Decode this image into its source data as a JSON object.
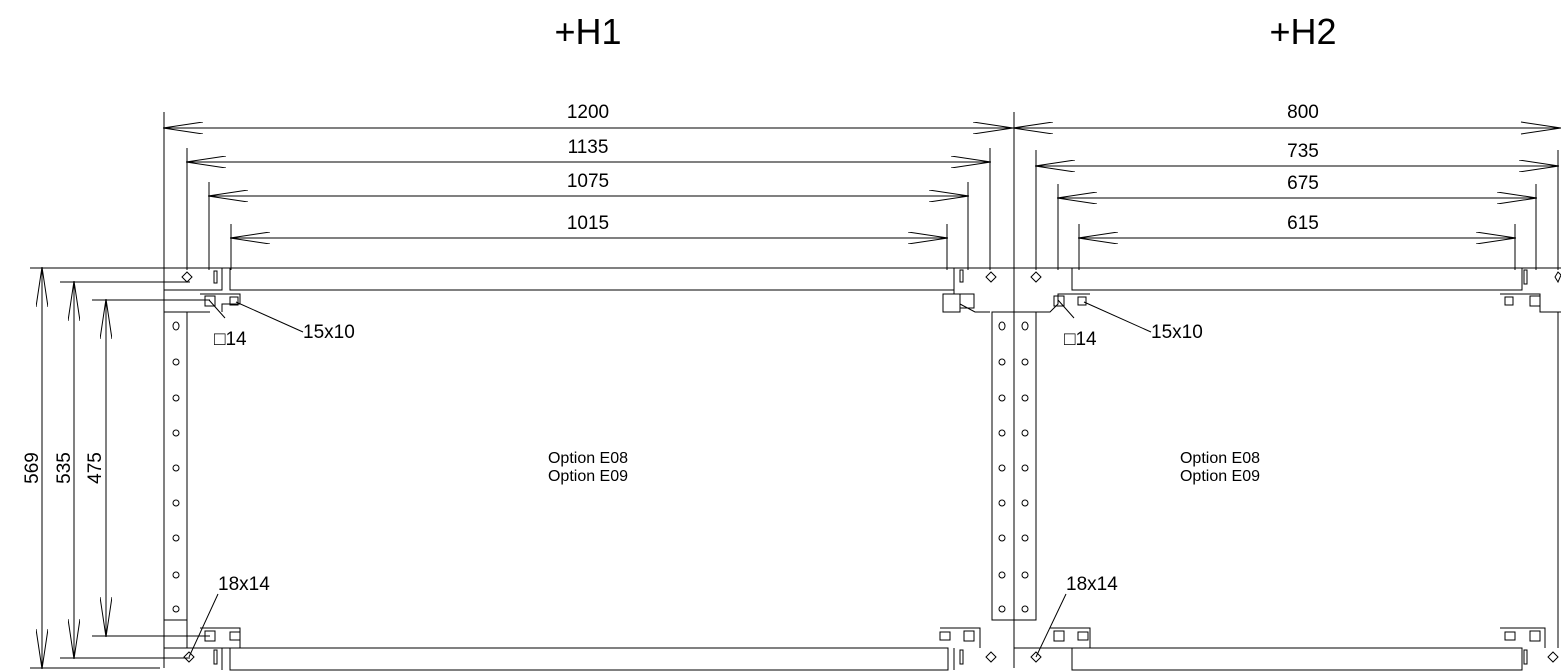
{
  "titles": {
    "h1": "+H1",
    "h2": "+H2"
  },
  "h1": {
    "widths": [
      "1200",
      "1135",
      "1075",
      "1015"
    ],
    "hole_square": "□14",
    "slot_top": "15x10",
    "slot_bottom": "18x14",
    "options": [
      "Option E08",
      "Option E09"
    ]
  },
  "h2": {
    "widths": [
      "800",
      "735",
      "675",
      "615"
    ],
    "hole_square": "□14",
    "slot_top": "15x10",
    "slot_bottom": "18x14",
    "options": [
      "Option E08",
      "Option E09"
    ]
  },
  "depths": [
    "569",
    "535",
    "475"
  ]
}
